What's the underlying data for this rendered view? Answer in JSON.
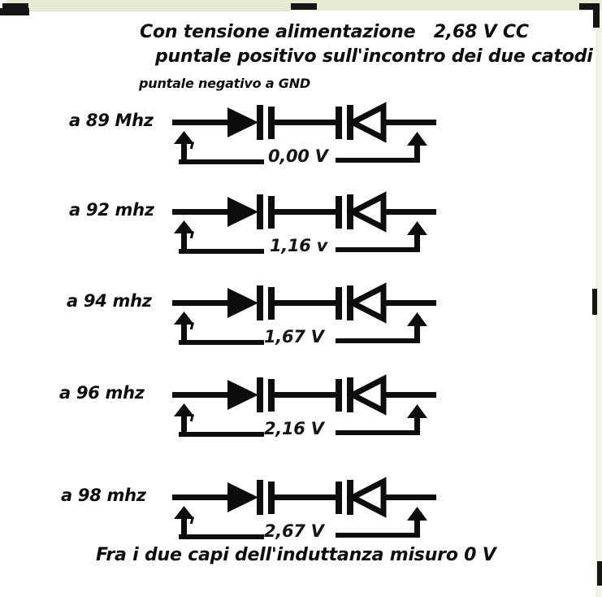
{
  "header": {
    "line1": "Con tensione alimentazione   2,68 V CC",
    "line2": "puntale positivo sull'incontro dei due catodi",
    "line3": "puntale negativo a GND"
  },
  "footer": {
    "caption": "Fra i due capi dell'induttanza misuro 0 V"
  },
  "rows": [
    {
      "frequency": "a 89 Mhz",
      "voltage": "0,00 V"
    },
    {
      "frequency": "a 92 mhz",
      "voltage": "1,16 v"
    },
    {
      "frequency": "a 94 mhz",
      "voltage": "1,67 V"
    },
    {
      "frequency": "a 96 mhz",
      "voltage": "2,16 V"
    },
    {
      "frequency": "a 98 mhz",
      "voltage": "2,67 V"
    }
  ],
  "colors": {
    "ink": "#0d0d0d",
    "page_background": "#ffffff",
    "band": "#e8ebd3",
    "handle": "#151515"
  },
  "symbols": {
    "left_diode": "diode-symbol",
    "right_diode": "diode-symbol-reversed",
    "left_probe": "up-arrow-probe-icon",
    "right_probe": "up-arrow-probe-icon"
  }
}
